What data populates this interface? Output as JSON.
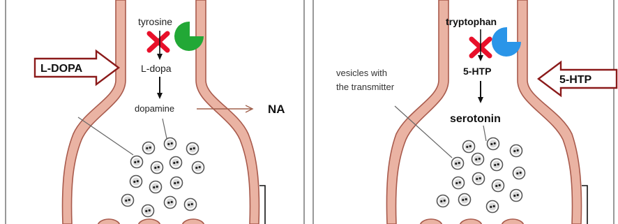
{
  "left_panel": {
    "precursor": "tyrosine",
    "intermediate": "L-dopa",
    "product": "dopamine",
    "derived": "NA",
    "drug_label": "L-DOPA",
    "enzyme_color": "#22a836",
    "inhibitor_color": "#e8102a"
  },
  "right_panel": {
    "precursor": "tryptophan",
    "intermediate": "5-HTP",
    "product": "serotonin",
    "vesicle_label_line1": "vesicles with",
    "vesicle_label_line2": "the transmitter",
    "drug_label": "5-HTP",
    "enzyme_color": "#2a95e8",
    "inhibitor_color": "#e8102a"
  },
  "colors": {
    "membrane_fill": "#eab3a3",
    "membrane_stroke": "#a85a4c",
    "arrow_box": "#8b1a1a",
    "na_arrow": "#a0604c"
  }
}
